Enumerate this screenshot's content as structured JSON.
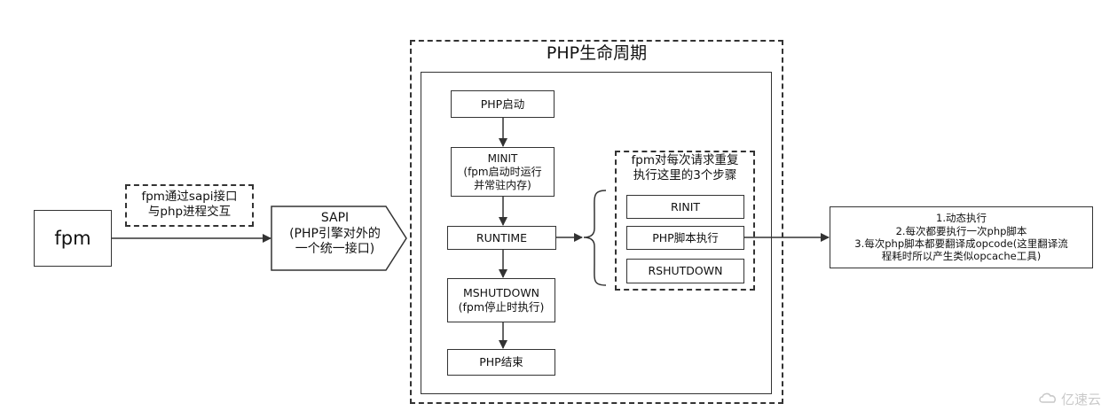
{
  "title": "PHP生命周期",
  "fpm": "fpm",
  "note": {
    "line1": "fpm通过sapi接口",
    "line2": "与php进程交互"
  },
  "sapi": {
    "line1": "SAPI",
    "line2": "(PHP引擎对外的",
    "line3": "一个统一接口)"
  },
  "lifecycle": {
    "start": "PHP启动",
    "minit": {
      "line1": "MINIT",
      "line2": "(fpm启动时运行",
      "line3": "并常驻内存)"
    },
    "runtime": "RUNTIME",
    "mshutdown": {
      "line1": "MSHUTDOWN",
      "line2": "(fpm停止时执行)"
    },
    "end": "PHP结束"
  },
  "per_request": {
    "title_line1": "fpm对每次请求重复",
    "title_line2": "执行这里的3个步骤",
    "steps": [
      "RINIT",
      "PHP脚本执行",
      "RSHUTDOWN"
    ]
  },
  "exec_notes": {
    "line1": "1.动态执行",
    "line2": "2.每次都要执行一次php脚本",
    "line3": "3.每次php脚本都要翻译成opcode(这里翻译流",
    "line4": "程耗时所以产生类似opcache工具)"
  },
  "watermark": "亿速云"
}
